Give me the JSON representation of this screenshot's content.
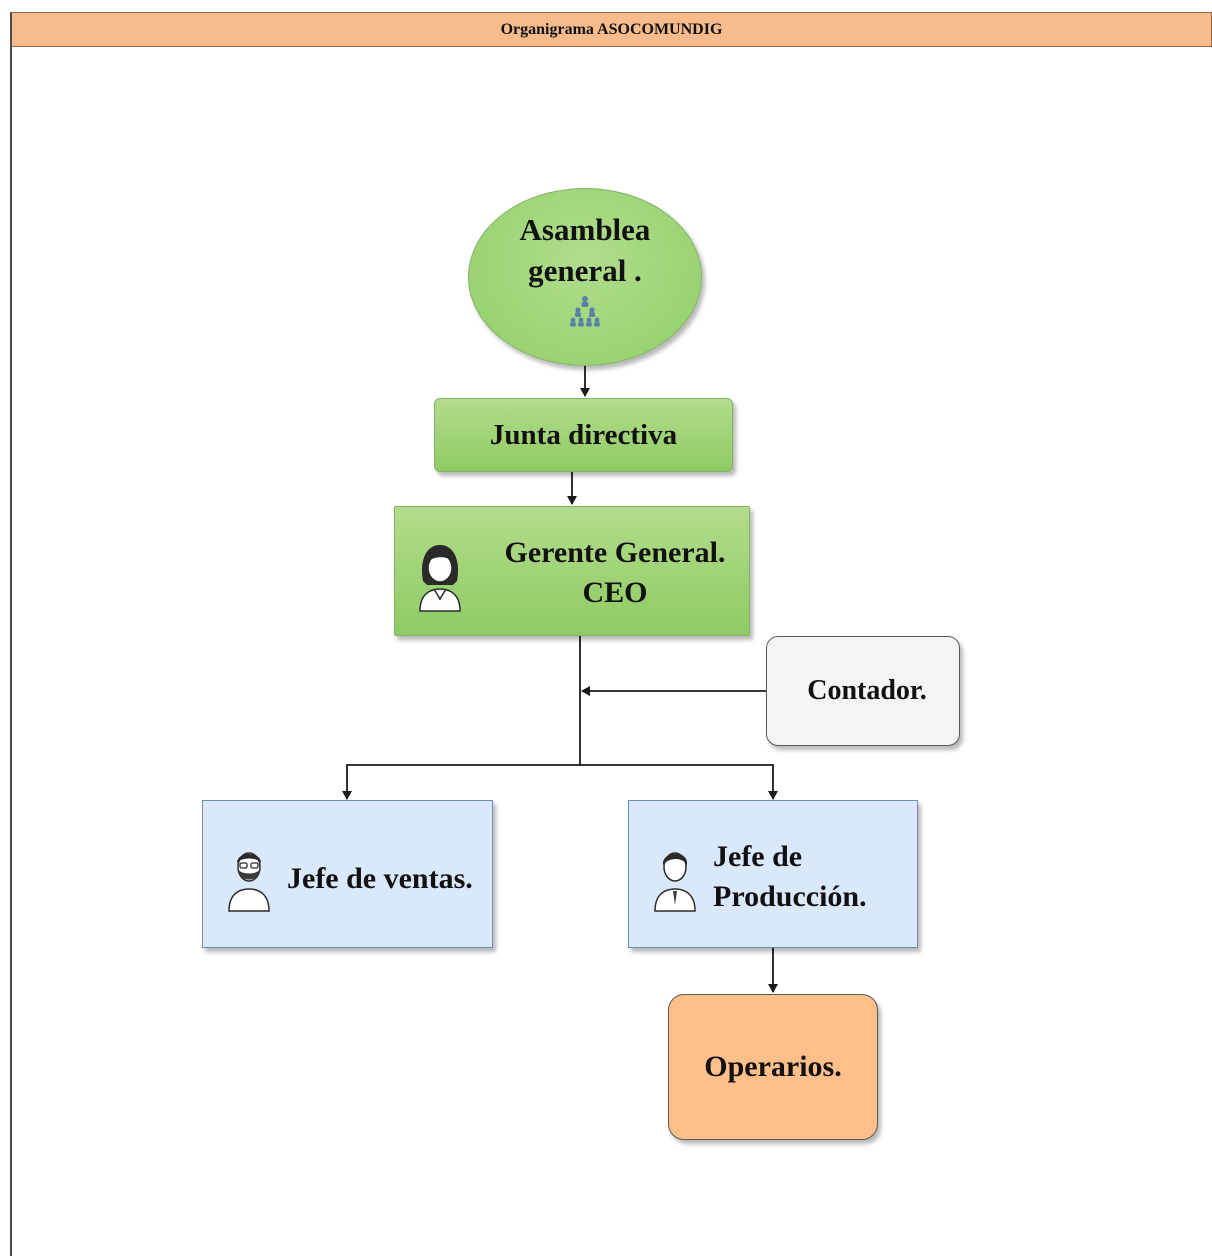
{
  "title": "Organigrama ASOCOMUNDIG",
  "nodes": {
    "asamblea": {
      "line1": "Asamblea",
      "line2": "general ."
    },
    "junta": {
      "label": "Junta directiva"
    },
    "gerente": {
      "line1": "Gerente General.",
      "line2": "CEO"
    },
    "contador": {
      "label": "Contador."
    },
    "ventas": {
      "label": "Jefe de ventas."
    },
    "produccion": {
      "line1": "Jefe de",
      "line2": "Producción."
    },
    "operarios": {
      "label": "Operarios."
    }
  },
  "icons": {
    "asamblea": "org-hierarchy-icon",
    "gerente": "woman-avatar-icon",
    "ventas": "bearded-man-avatar-icon",
    "produccion": "man-avatar-icon"
  },
  "colors": {
    "title_bar": "#f7bb8c",
    "green_fill": "#97d077",
    "blue_fill": "#dae8fc",
    "gray_fill": "#f4f4f4",
    "orange_fill": "#ffbf8a"
  }
}
